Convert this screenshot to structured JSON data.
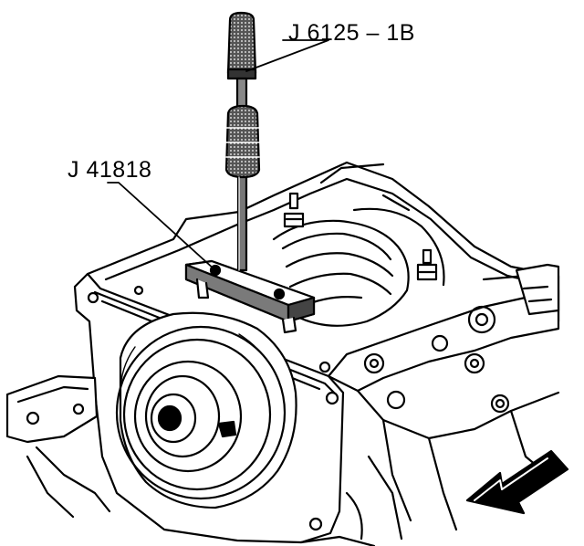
{
  "figure": {
    "callouts": [
      {
        "id": "slide-hammer",
        "text": "J 6125 – 1B"
      },
      {
        "id": "remover-tool",
        "text": "J 41818"
      }
    ],
    "colors": {
      "ink": "#000000",
      "paper": "#ffffff",
      "shade": "#6e6e6e"
    },
    "icon_names": [
      "front-arrow-icon"
    ]
  }
}
